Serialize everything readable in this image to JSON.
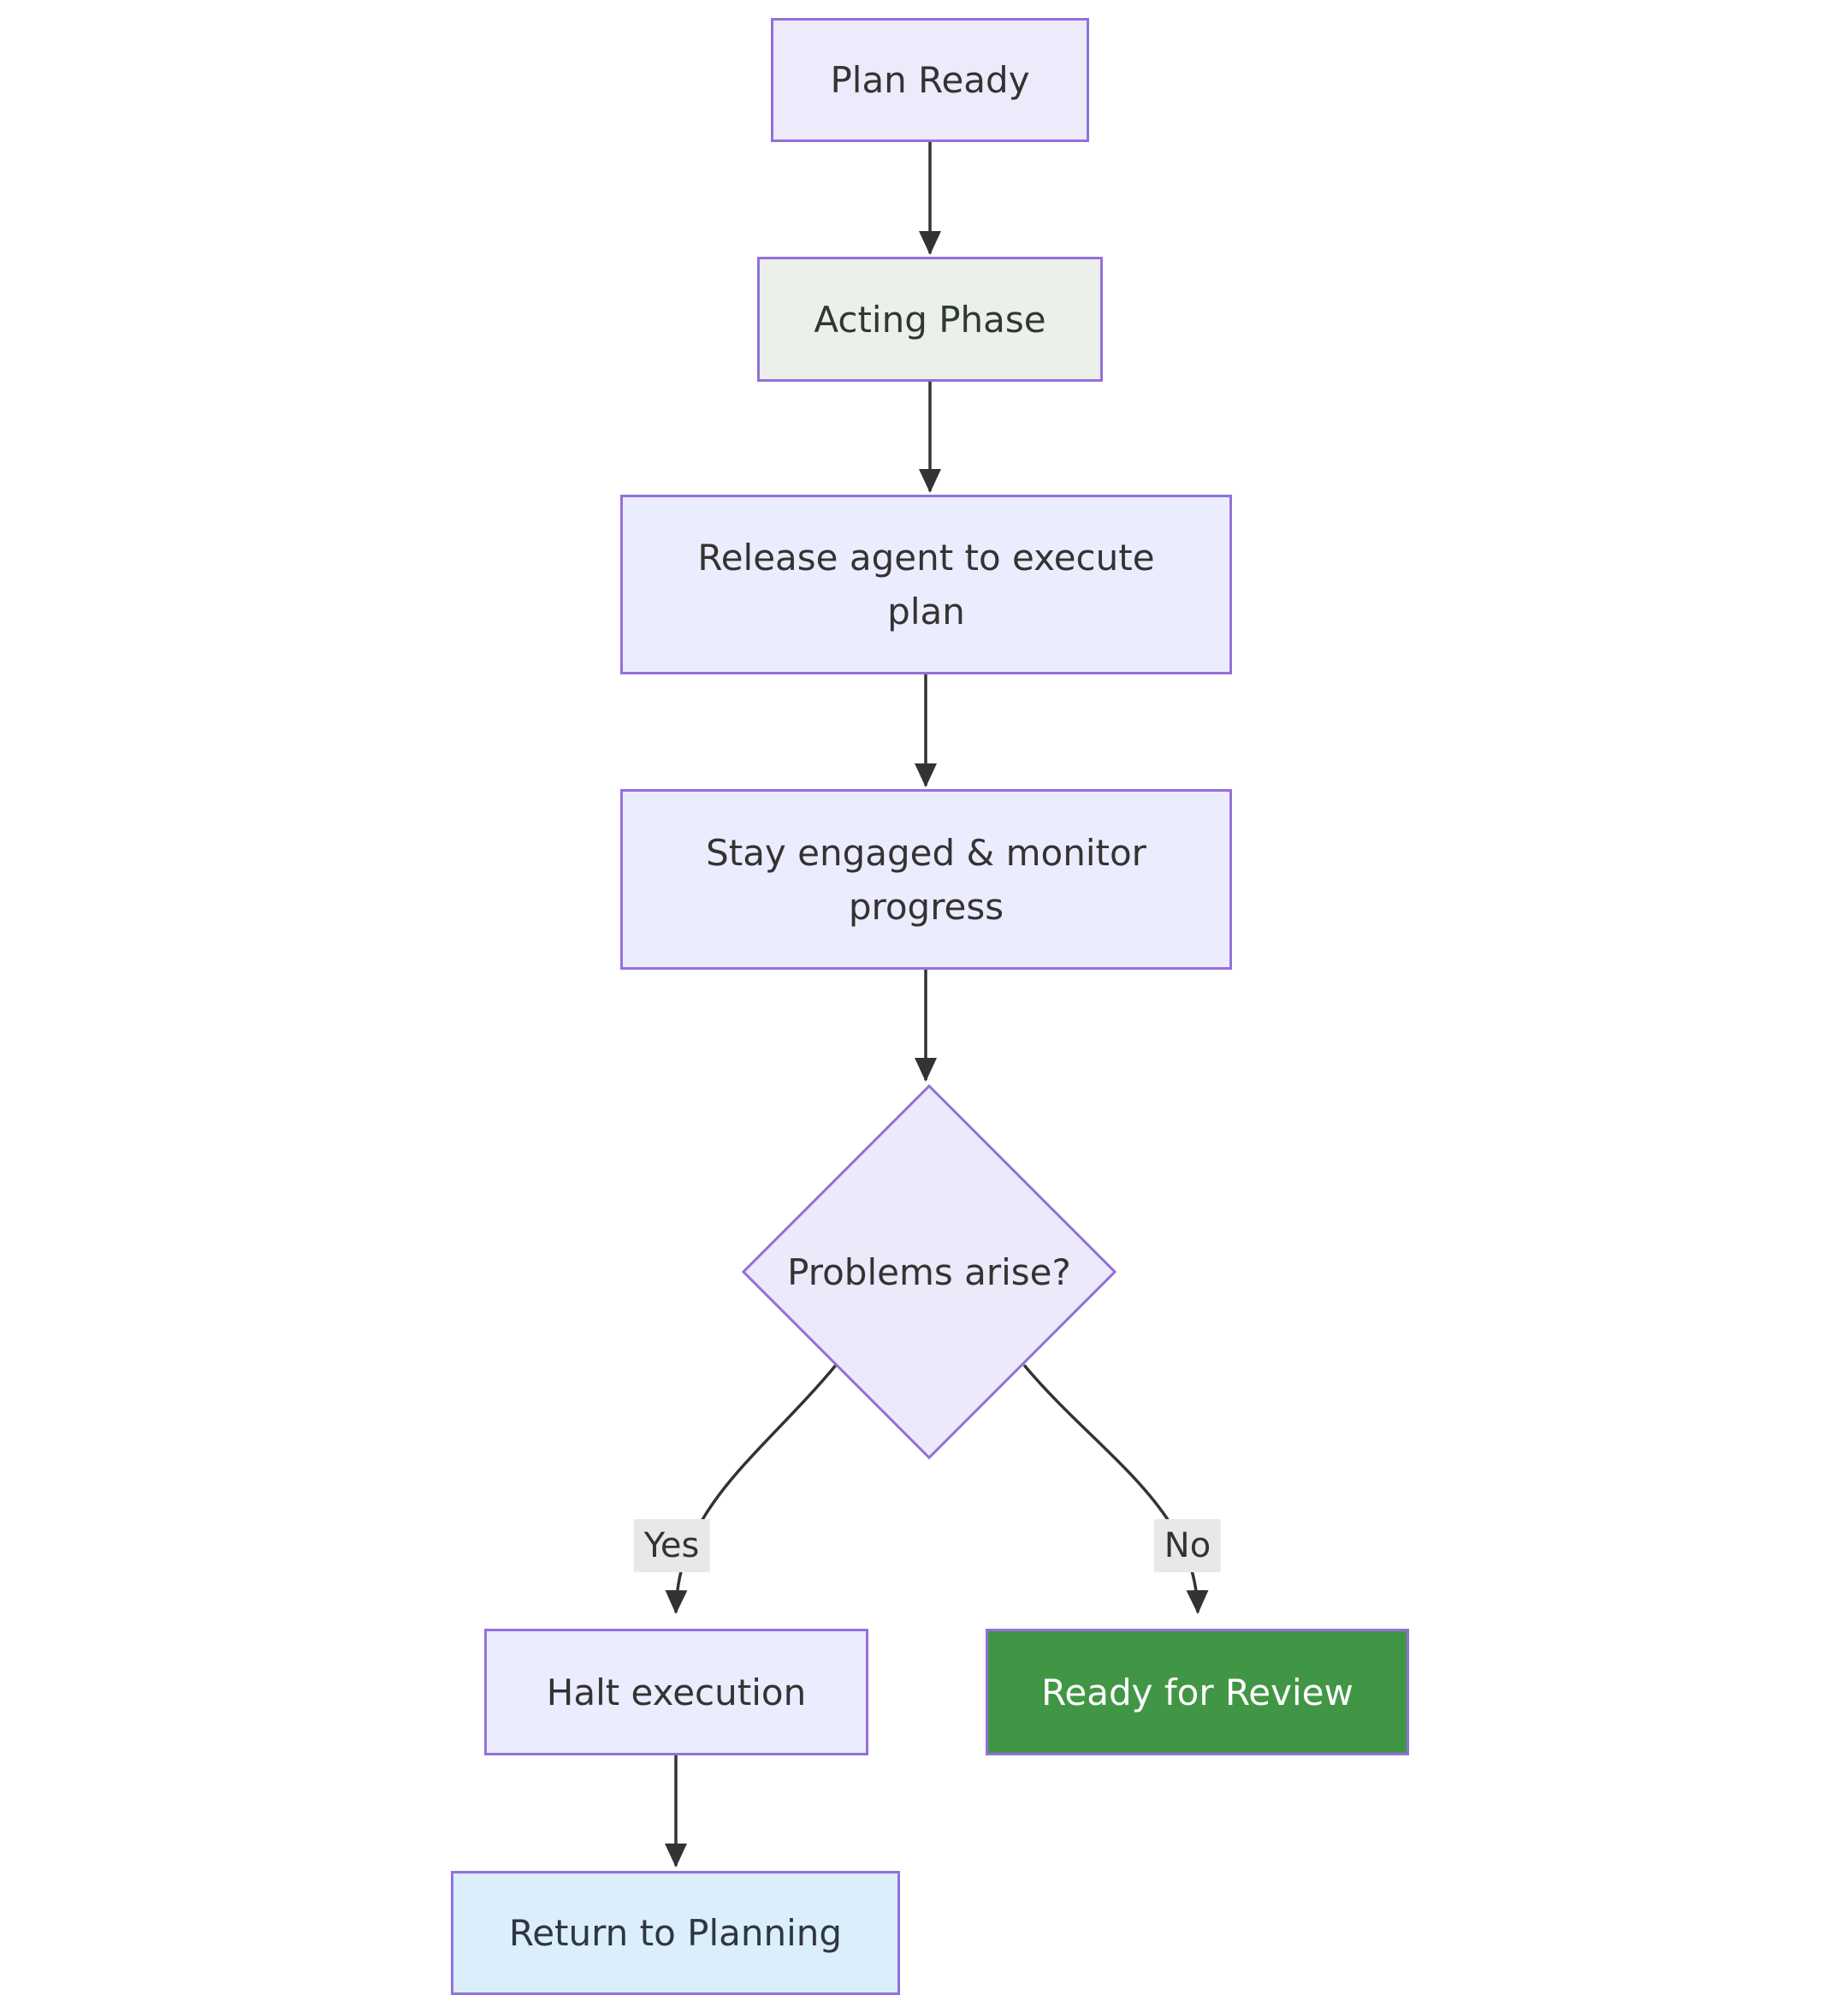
{
  "diagram": {
    "type": "flowchart",
    "direction": "top-down",
    "nodes": {
      "plan_ready": {
        "label": "Plan Ready",
        "shape": "rect",
        "fill": "#EDEBFB"
      },
      "acting_phase": {
        "label": "Acting Phase",
        "shape": "rect",
        "fill": "#EBF1EA"
      },
      "release_agent": {
        "label": "Release agent to execute plan",
        "shape": "rect",
        "fill": "#ECECFF"
      },
      "stay_engaged": {
        "label": "Stay engaged & monitor progress",
        "shape": "rect",
        "fill": "#ECECFF"
      },
      "problems_arise": {
        "label": "Problems arise?",
        "shape": "diamond",
        "fill": "#EAEAFA"
      },
      "halt_execution": {
        "label": "Halt execution",
        "shape": "rect",
        "fill": "#ECECFF"
      },
      "ready_for_review": {
        "label": "Ready for Review",
        "shape": "rect",
        "fill": "#419645"
      },
      "return_to_planning": {
        "label": "Return to Planning",
        "shape": "rect",
        "fill": "#DAEFFB"
      }
    },
    "edges": [
      {
        "from": "plan_ready",
        "to": "acting_phase",
        "label": ""
      },
      {
        "from": "acting_phase",
        "to": "release_agent",
        "label": ""
      },
      {
        "from": "release_agent",
        "to": "stay_engaged",
        "label": ""
      },
      {
        "from": "stay_engaged",
        "to": "problems_arise",
        "label": ""
      },
      {
        "from": "problems_arise",
        "to": "halt_execution",
        "label": "Yes"
      },
      {
        "from": "problems_arise",
        "to": "ready_for_review",
        "label": "No"
      },
      {
        "from": "halt_execution",
        "to": "return_to_planning",
        "label": ""
      }
    ],
    "colors": {
      "node_border": "#9370DB",
      "lavender_fill": "#ECECFF",
      "acting_fill": "#EBF1EA",
      "review_fill": "#419645",
      "review_text": "#FFFFFF",
      "planning_fill": "#DAEFFB",
      "text": "#333333",
      "arrow": "#333333",
      "edge_label_bg": "#E8E8E8"
    }
  }
}
